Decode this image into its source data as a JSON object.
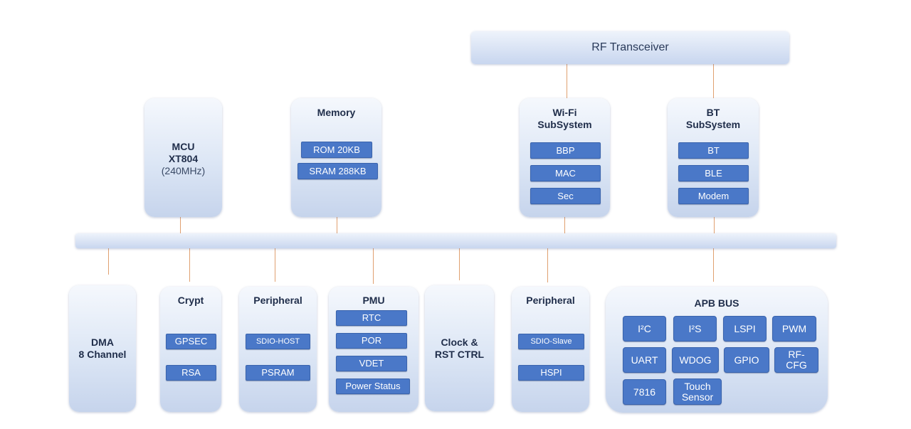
{
  "rf": {
    "label": "RF Transceiver"
  },
  "mcu": {
    "line1": "MCU",
    "line2": "XT804",
    "line3": "(240MHz)"
  },
  "memory": {
    "title": "Memory",
    "items": [
      "ROM 20KB",
      "SRAM 288KB"
    ]
  },
  "wifi": {
    "line1": "Wi-Fi",
    "line2": "SubSystem",
    "items": [
      "BBP",
      "MAC",
      "Sec"
    ]
  },
  "bt": {
    "line1": "BT",
    "line2": "SubSystem",
    "items": [
      "BT",
      "BLE",
      "Modem"
    ]
  },
  "dma": {
    "line1": "DMA",
    "line2": "8 Channel"
  },
  "crypt": {
    "title": "Crypt",
    "items": [
      "GPSEC",
      "RSA"
    ]
  },
  "peripheral1": {
    "title": "Peripheral",
    "items": [
      "SDIO-HOST",
      "PSRAM"
    ]
  },
  "pmu": {
    "title": "PMU",
    "items": [
      "RTC",
      "POR",
      "VDET",
      "Power Status"
    ]
  },
  "clock": {
    "line1": "Clock &",
    "line2": "RST CTRL"
  },
  "peripheral2": {
    "title": "Peripheral",
    "items": [
      "SDIO-Slave",
      "HSPI"
    ]
  },
  "apb": {
    "title": "APB BUS",
    "items": [
      "I²C",
      "I²S",
      "LSPI",
      "PWM",
      "UART",
      "WDOG",
      "GPIO",
      "RF-CFG",
      "7816",
      "Touch Sensor"
    ],
    "rf_cfg_line1": "RF-",
    "rf_cfg_line2": "CFG",
    "touch_line1": "Touch",
    "touch_line2": "Sensor"
  },
  "colors": {
    "chip": "#4a78c8",
    "connector": "#e0a070",
    "box_bottom": "#c6d4ec"
  }
}
